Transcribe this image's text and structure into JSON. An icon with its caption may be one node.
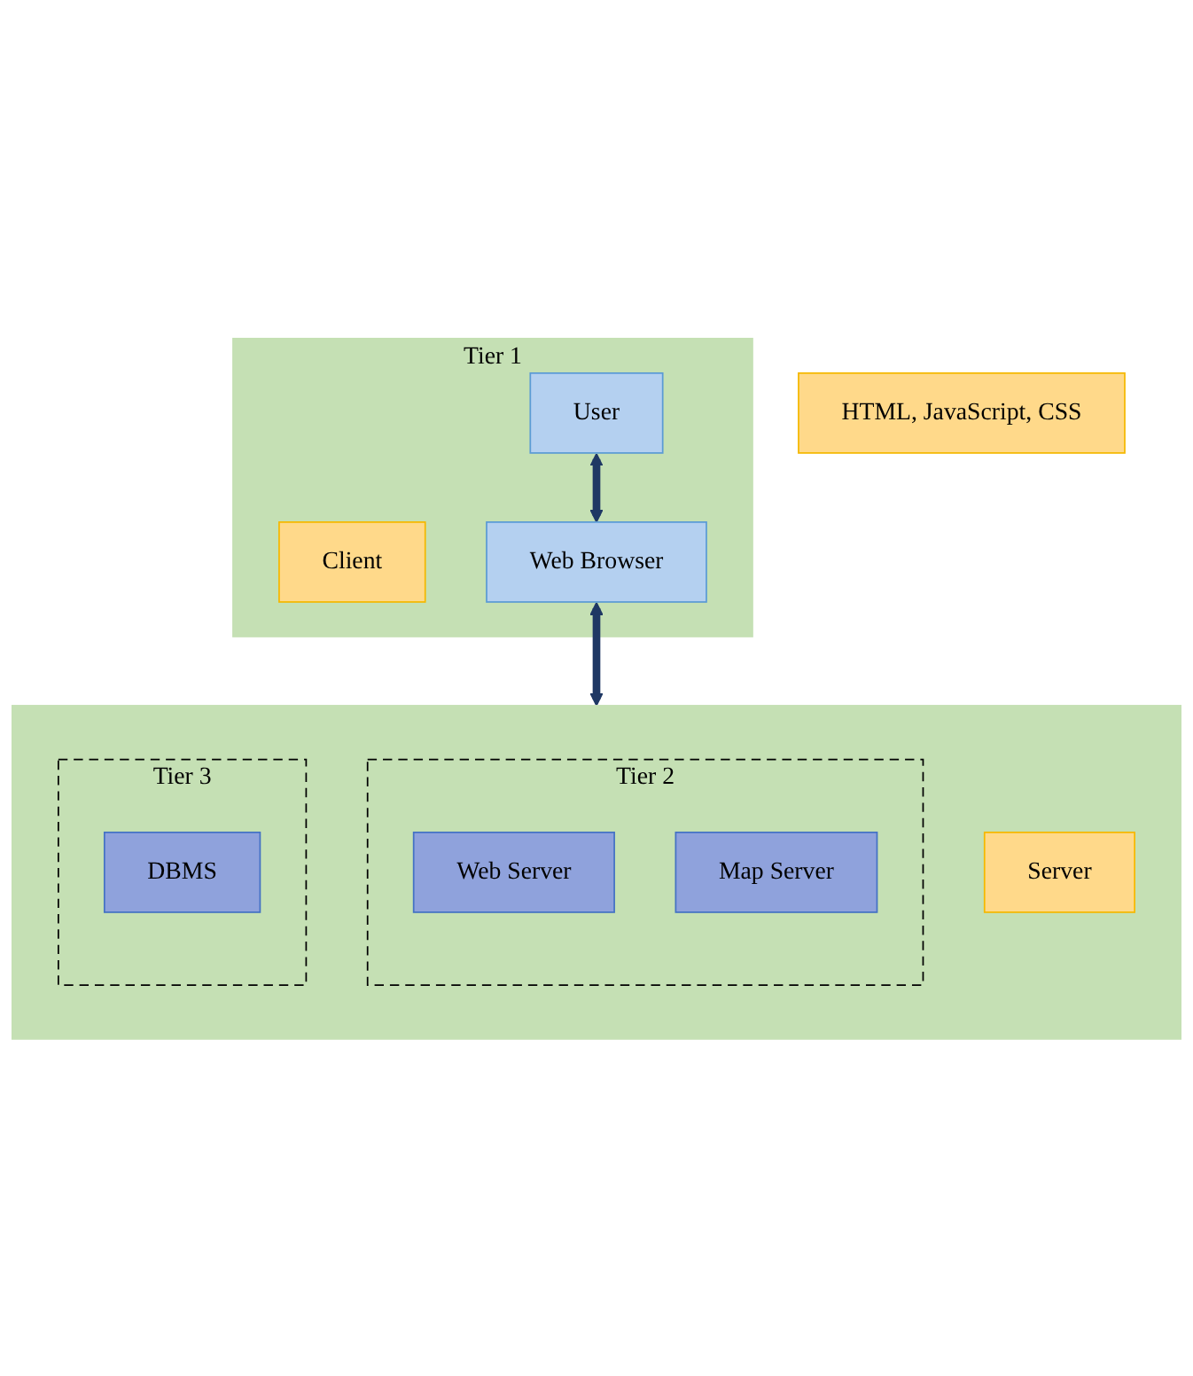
{
  "diagram": {
    "nodes": [
      {
        "text": [
          "Tier 1"
        ]
      },
      {
        "text": [
          "Client"
        ],
        "in": 0
      },
      {
        "text": [
          "User"
        ],
        "in": 0
      },
      {
        "text": [
          "Web Browser"
        ],
        "in": 0
      },
      {
        "text": [],
        "shape": "box"
      },
      {
        "text": [
          "Server"
        ],
        "in": 4
      },
      {
        "text": [
          "Tier 2"
        ],
        "in": 4
      },
      {
        "text": [
          "Web Server"
        ],
        "in": 6
      },
      {
        "text": [
          "Map Server"
        ],
        "in": 6
      },
      {
        "text": [
          "Tier 3"
        ],
        "in": 4
      },
      {
        "text": [
          "DBMS"
        ],
        "in": 9
      },
      {
        "text": [
          "HTML, JavaScript, CSS"
        ]
      }
    ],
    "edges": [
      {
        "from": 2,
        "to": 3,
        "arrow": "both"
      },
      {
        "from": 3,
        "to": 4,
        "arrow": "both"
      }
    ]
  }
}
